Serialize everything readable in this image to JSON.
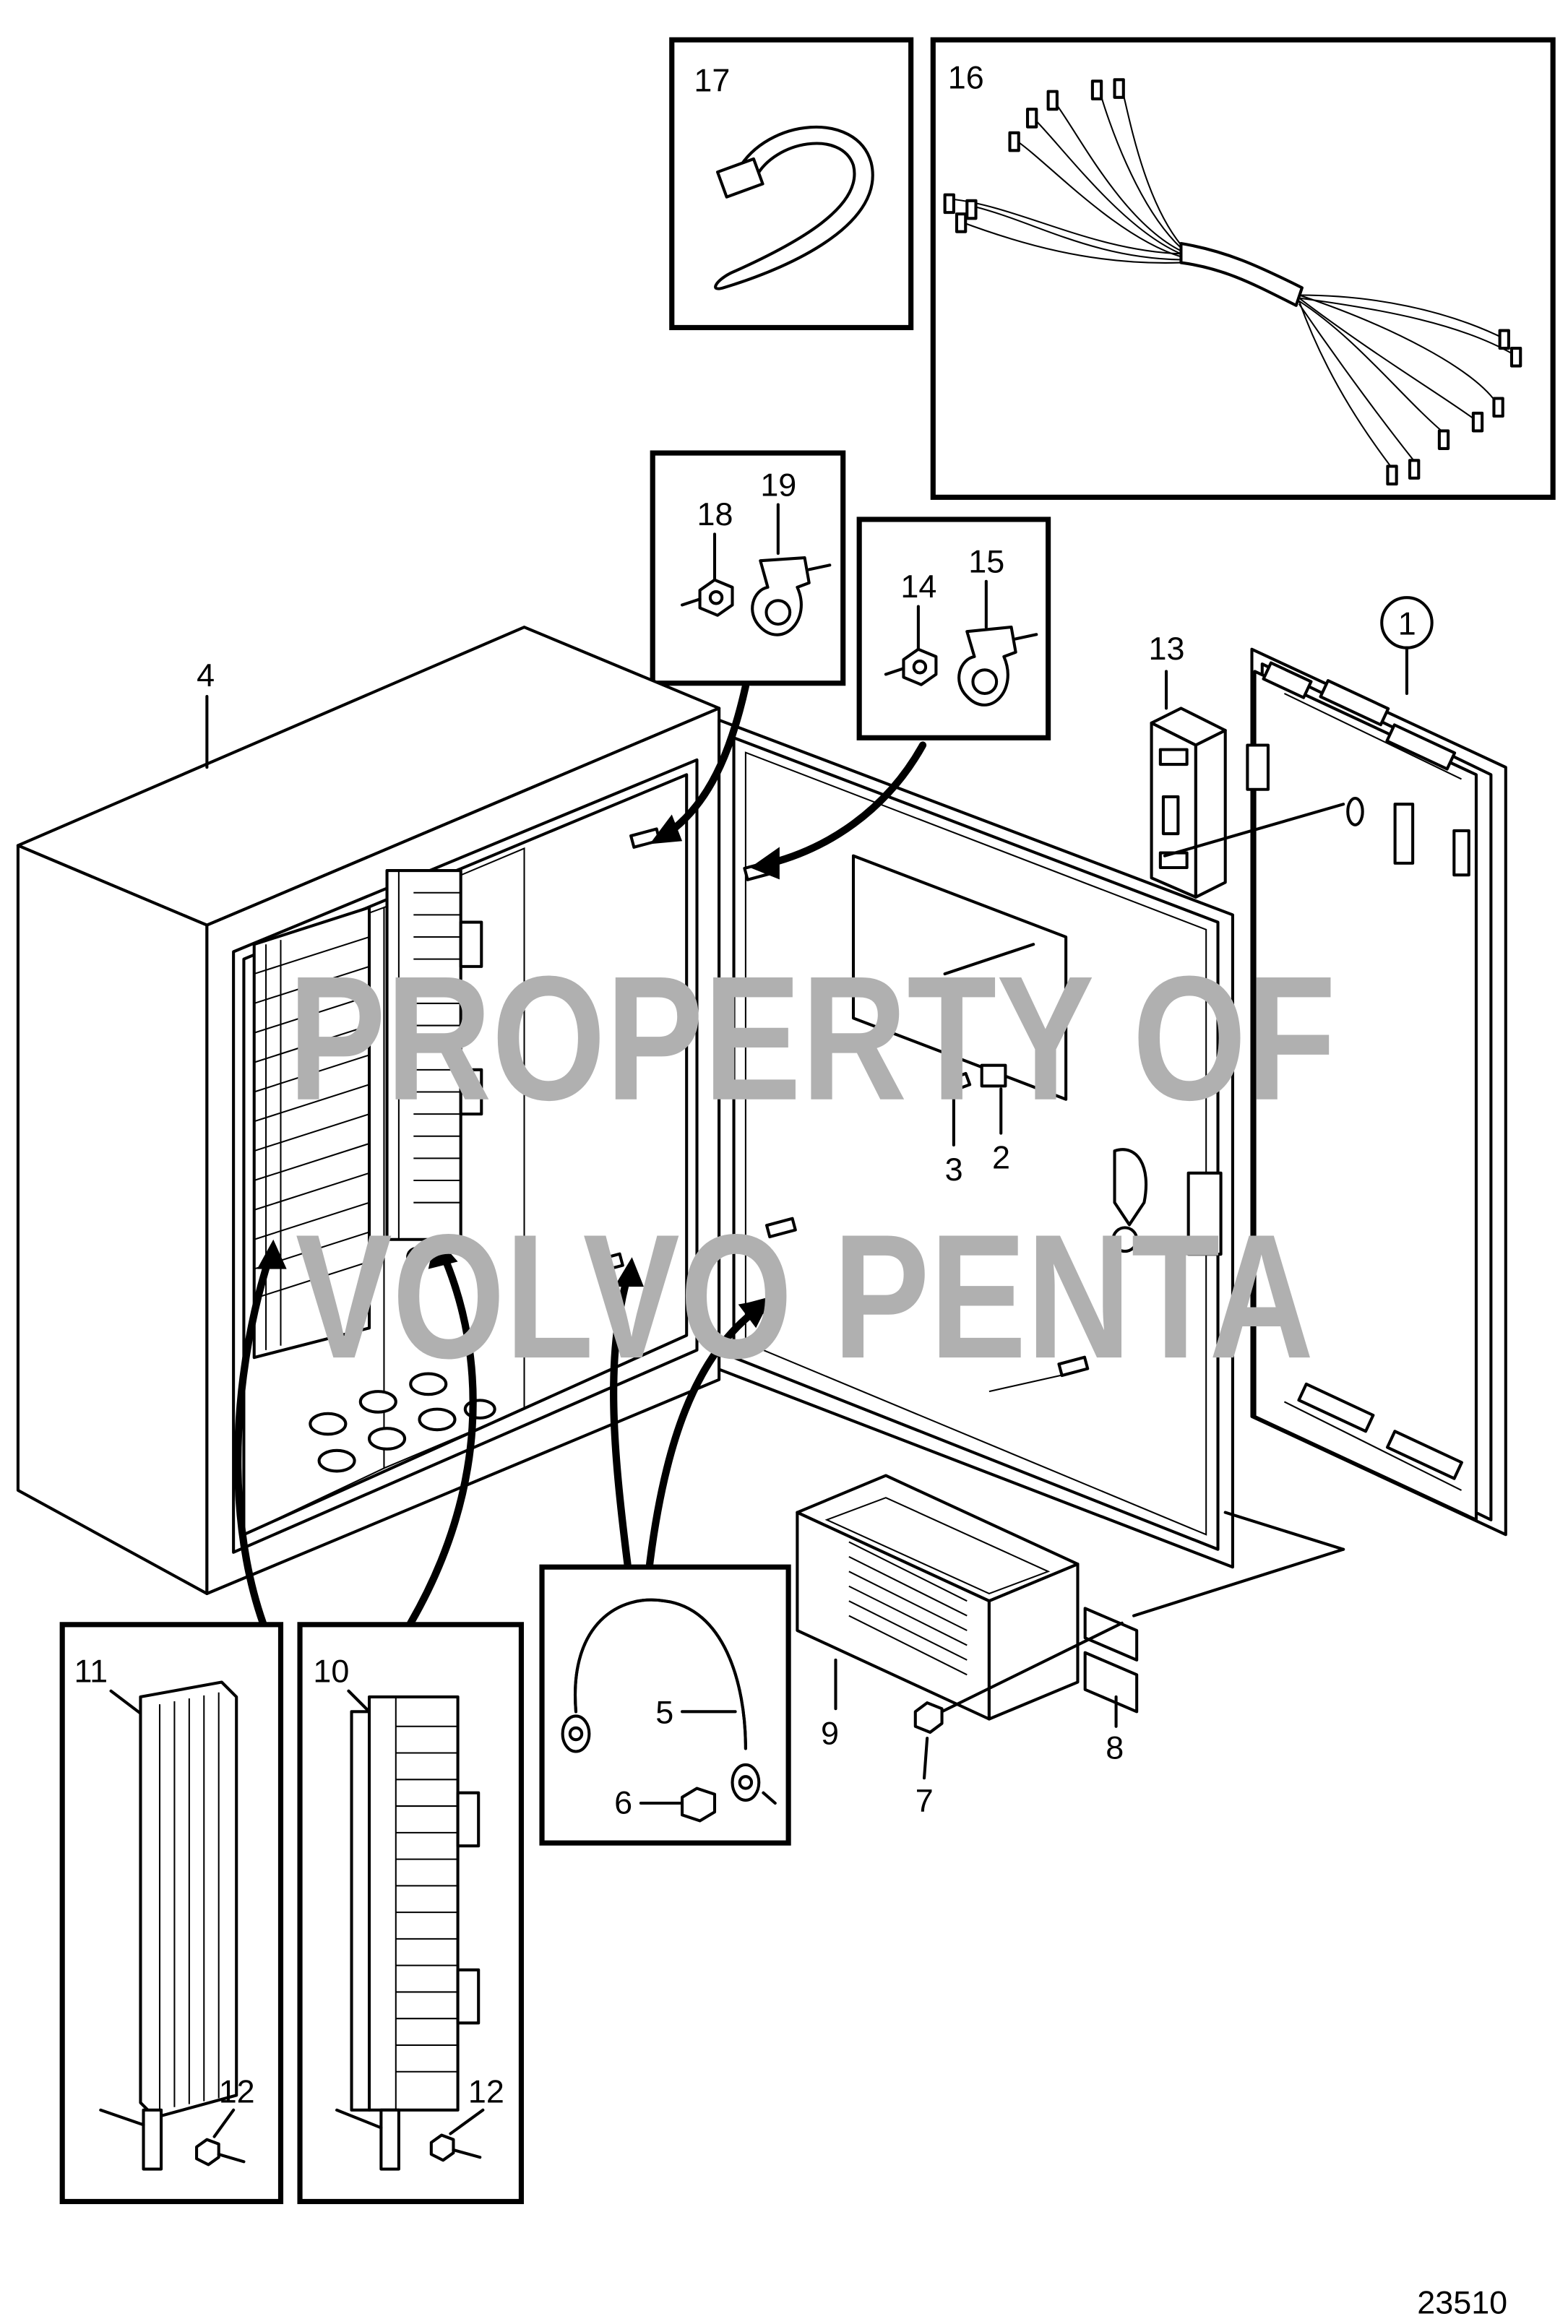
{
  "diagram": {
    "drawing_number": "23510",
    "watermark": [
      "PROPERTY OF",
      "VOLVO PENTA"
    ],
    "part_labels": {
      "p1": "1",
      "p2": "2",
      "p3": "3",
      "p4": "4",
      "p5": "5",
      "p6": "6",
      "p7": "7",
      "p8": "8",
      "p9": "9",
      "p10": "10",
      "p11": "11",
      "p12a": "12",
      "p12b": "12",
      "p13": "13",
      "p14": "14",
      "p15": "15",
      "p16": "16",
      "p17": "17",
      "p18": "18",
      "p19": "19"
    },
    "circled_part": "1"
  }
}
